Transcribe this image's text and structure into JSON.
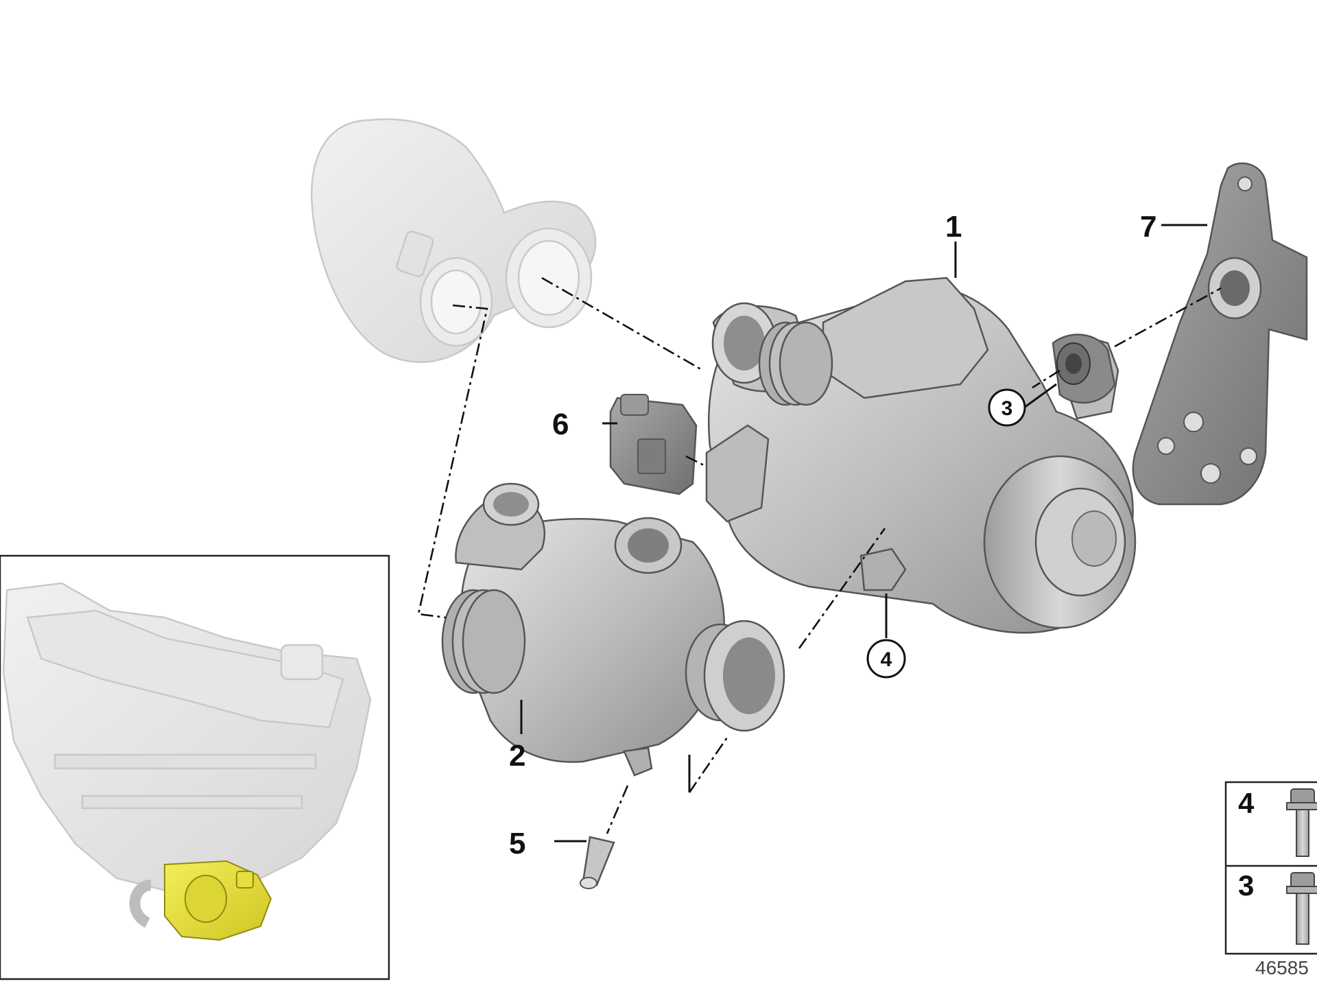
{
  "callouts": {
    "c1": "1",
    "c2": "2",
    "c3": "3",
    "c4": "4",
    "c5": "5",
    "c6": "6",
    "c7": "7"
  },
  "legend": {
    "row_top": "4",
    "row_bottom": "3"
  },
  "diagram_code": "46585",
  "colors": {
    "part_grey": "#b4b4b4",
    "ghost_grey": "#e3e3e3",
    "highlight_yellow": "#e8e23a",
    "outline": "#111111"
  }
}
